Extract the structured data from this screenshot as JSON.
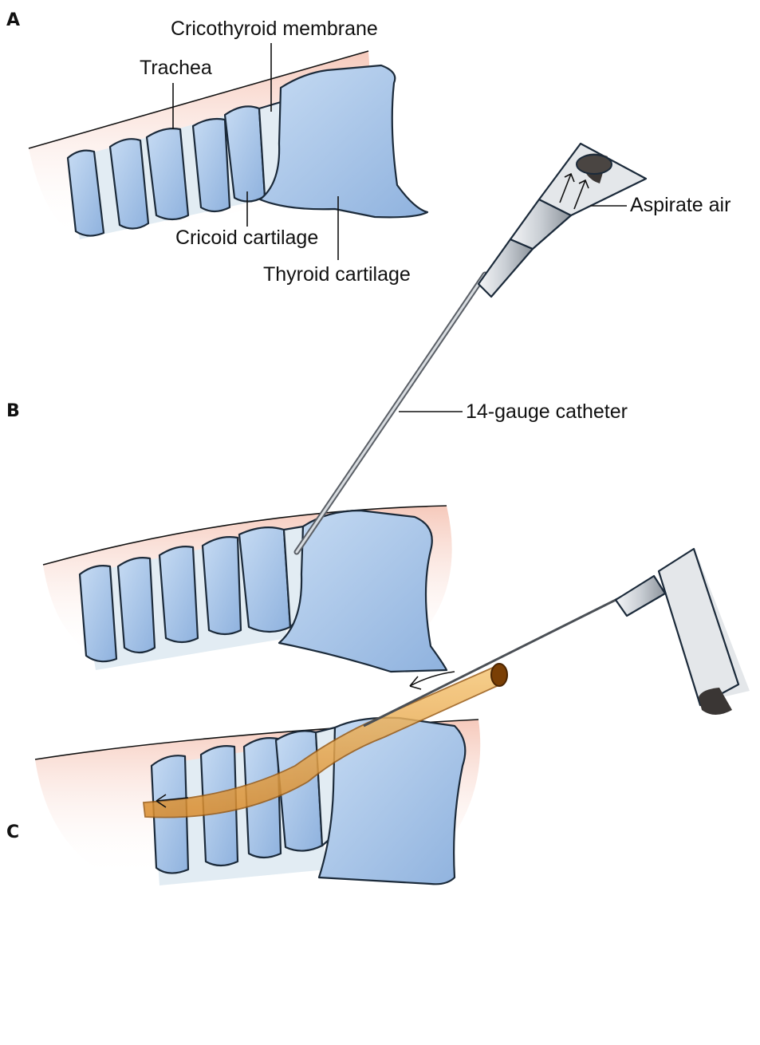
{
  "panels": {
    "a": {
      "letter": "A",
      "labels": {
        "cricothyroid_membrane": "Cricothyroid membrane",
        "trachea": "Trachea",
        "cricoid_cartilage": "Cricoid cartilage",
        "thyroid_cartilage": "Thyroid cartilage"
      }
    },
    "b": {
      "letter": "B",
      "labels": {
        "aspirate_air": "Aspirate air",
        "catheter": "14-gauge catheter"
      }
    },
    "c": {
      "letter": "C"
    }
  },
  "colors": {
    "skin": "#f2b6a4",
    "skin_edge": "#c97a66",
    "cartilage": "#9fbfe6",
    "cartilage_light": "#c3d8f2",
    "membrane": "#e2ecf3",
    "catheter_tube": "#e8a54a",
    "syringe": "#d9dde2",
    "plunger": "#3a3634"
  }
}
